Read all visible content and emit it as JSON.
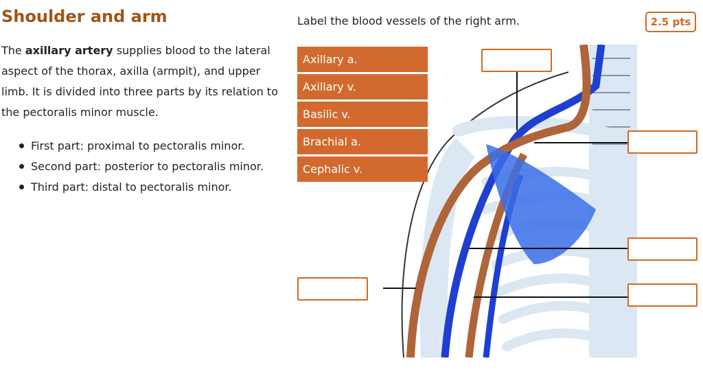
{
  "section": {
    "title": "Shoulder and arm",
    "intro_lead": "The ",
    "intro_bold": "axillary artery",
    "intro_rest": " supplies blood to the lateral aspect of the thorax, axilla (armpit), and upper limb. It is divided into three parts by its relation to the pectoralis minor muscle.",
    "parts": [
      "First part: proximal to pectoralis minor.",
      "Second part: posterior to pectoralis minor.",
      "Third part: distal to pectoralis minor."
    ]
  },
  "question": {
    "prompt": "Label the blood vessels of the right arm.",
    "points": "2.5 pts"
  },
  "label_bank": [
    "Axillary a.",
    "Axillary v.",
    "Basilic v.",
    "Brachial a.",
    "Cephalic v."
  ],
  "drop_zones": [
    "top",
    "upper-right",
    "middle-right",
    "lower-right",
    "left"
  ],
  "colors": {
    "title": "#a35417",
    "accent": "#d2691e",
    "chip_bg": "#d26a2f",
    "artery": "#b0643a",
    "vein": "#1f3fd1",
    "bone": "#dbe7f2",
    "muscle": "#3a6ee8"
  }
}
